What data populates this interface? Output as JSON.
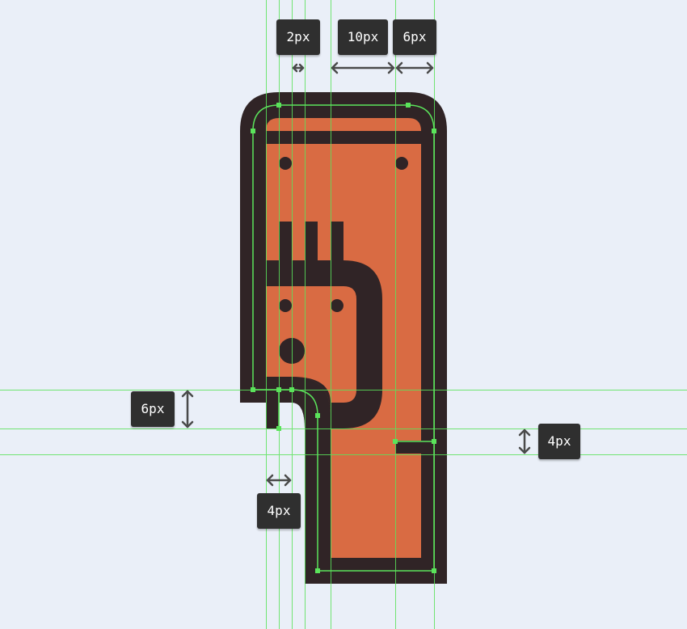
{
  "colors": {
    "background": "#eaeff8",
    "outline": "#302426",
    "fill": "#d96b43",
    "guide": "#5be35b",
    "label_bg": "#2f2f2f",
    "label_text": "#ffffff",
    "arrow": "#4a4a4a"
  },
  "labels": {
    "top_2px": "2px",
    "top_10px": "10px",
    "top_6px": "6px",
    "left_6px": "6px",
    "right_4px": "4px",
    "bottom_4px": "4px"
  },
  "icons": {
    "horizontal_arrow": "double-headed-horizontal-arrow",
    "vertical_arrow": "double-headed-vertical-arrow"
  }
}
